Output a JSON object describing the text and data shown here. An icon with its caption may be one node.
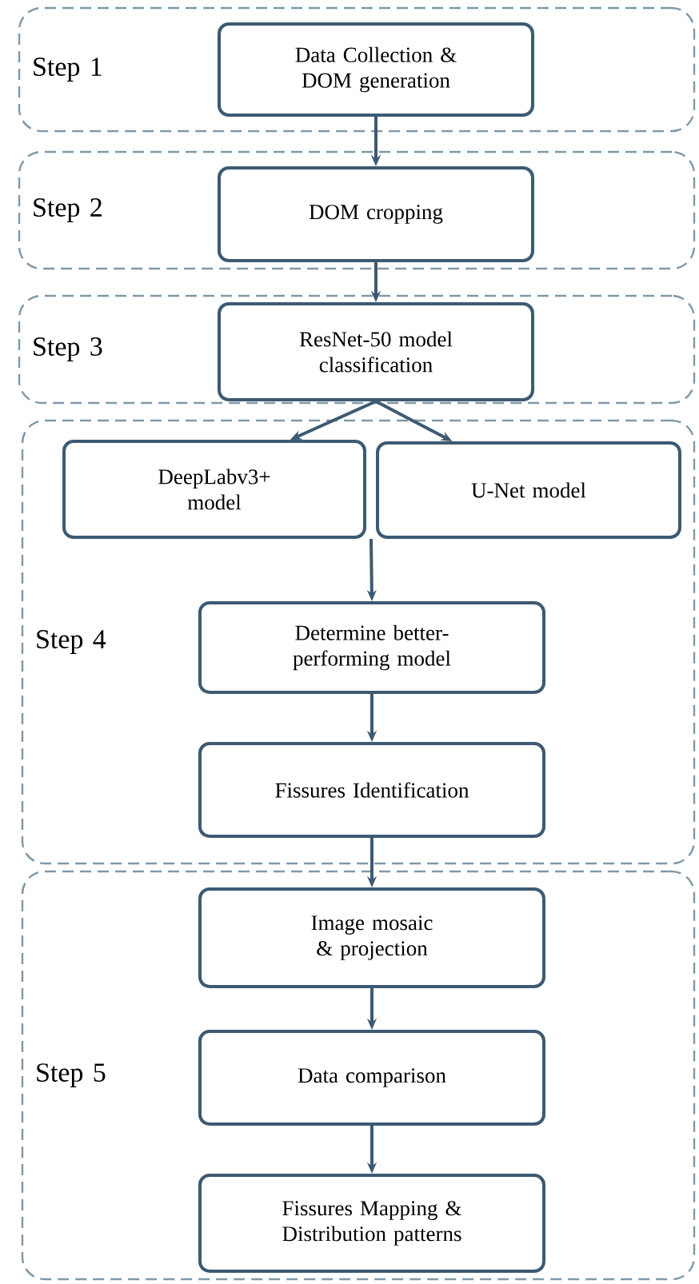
{
  "diagram": {
    "nodes": [
      {
        "text": [
          "Step 1"
        ]
      },
      {
        "text": [
          "Data Collection & DOM generation"
        ],
        "in": 0
      },
      {
        "text": [
          "Step 2"
        ]
      },
      {
        "text": [
          "DOM cropping"
        ],
        "in": 2
      },
      {
        "text": [
          "Step 3"
        ]
      },
      {
        "text": [
          "ResNet-50 model classification"
        ],
        "in": 4
      },
      {
        "text": [
          "Step 4"
        ]
      },
      {
        "text": [
          "DeepLabv3+ model"
        ],
        "in": 6
      },
      {
        "text": [
          "U-Net model"
        ],
        "in": 6
      },
      {
        "text": [
          "Determine better-performing model"
        ],
        "in": 6
      },
      {
        "text": [
          "Fissures Identification"
        ],
        "in": 6
      },
      {
        "text": [
          "Step 5"
        ]
      },
      {
        "text": [
          "Image mosaic & projection"
        ],
        "in": 11
      },
      {
        "text": [
          "Data comparison"
        ],
        "in": 11
      },
      {
        "text": [
          "Fissures Mapping & Distribution patterns"
        ],
        "in": 11
      }
    ],
    "edges": [
      {
        "from": 1,
        "to": 3,
        "arrow": "to"
      },
      {
        "from": 3,
        "to": 5,
        "arrow": "to"
      },
      {
        "from": 5,
        "to": 7,
        "arrow": "to"
      },
      {
        "from": 5,
        "to": 8,
        "arrow": "to"
      },
      {
        "from": 7,
        "to": 9,
        "arrow": "to"
      },
      {
        "from": 8,
        "to": 9,
        "arrow": "to"
      },
      {
        "from": 9,
        "to": 10,
        "arrow": "to"
      },
      {
        "from": 10,
        "to": 12,
        "arrow": "to"
      },
      {
        "from": 12,
        "to": 13,
        "arrow": "to"
      },
      {
        "from": 13,
        "to": 14,
        "arrow": "to"
      }
    ]
  }
}
